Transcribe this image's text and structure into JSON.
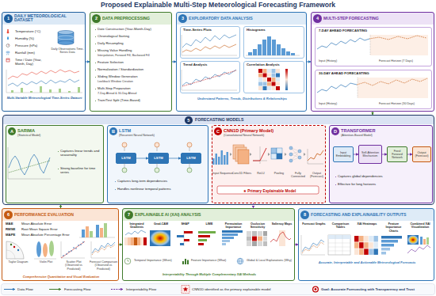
{
  "diagram": {
    "title": "Proposed Explainable Multi-Step Meteorological Forecasting Framework",
    "nodes": [
      {
        "text": [
          "DAILY METEOROLOGICAL DATASET",
          "Temperature (°C)",
          "Humidity (%)",
          "Pressure (hPa)",
          "Rainfall (mm)",
          "Time / Date (Year, Month, Day)",
          "Daily Observations Time-Series Data",
          "Multi-Variable Meteorological Time-Series Dataset"
        ]
      },
      {
        "text": [
          "1"
        ],
        "in": 0
      },
      {
        "text": [
          "DATA PREPROCESSING",
          "Date Construction (Year-Month-Day)",
          "Chronological Sorting",
          "Daily Resampling",
          "Missing Value Handling",
          "Interpolation, Forward Fill, Backward Fill",
          "Feature Selection",
          "Normalization / Standardization",
          "Sliding Window Generation",
          "Lookback Window Creation",
          "Multi-Step Preparation",
          "7-Day Ahead & 30-Day Ahead",
          "Train/Test Split (Time-Based)"
        ]
      },
      {
        "text": [
          "2"
        ],
        "in": 2
      },
      {
        "text": [
          "EXPLORATORY DATA ANALYSIS",
          "Understand Patterns, Trends, Distributions & Relationships"
        ]
      },
      {
        "text": [
          "3"
        ],
        "in": 4
      },
      {
        "text": [
          "Time-Series Plots"
        ],
        "in": 4
      },
      {
        "text": [
          "Histograms"
        ],
        "in": 4
      },
      {
        "text": [
          "Trend Analysis"
        ],
        "in": 4
      },
      {
        "text": [
          "Correlation Analysis"
        ],
        "in": 4
      },
      {
        "text": [
          "MULTI-STEP FORECASTING"
        ]
      },
      {
        "text": [
          "4"
        ],
        "in": 10
      },
      {
        "text": [
          "7-DAY AHEAD FORECASTING",
          "Input (History)",
          "Forecast Horizon (7 Days)"
        ],
        "in": 10
      },
      {
        "text": [
          "30-DAY AHEAD FORECASTING",
          "Input (History)",
          "Forecast Horizon (30 Days)"
        ],
        "in": 10
      },
      {
        "text": [
          "FORECASTING MODELS"
        ]
      },
      {
        "text": [
          "5"
        ],
        "in": 14
      },
      {
        "text": [
          "SARIMA",
          "(Statistical Model)",
          "Captures linear trends and seasonality",
          "Strong baseline for time series"
        ],
        "in": 14
      },
      {
        "text": [
          "A"
        ],
        "in": 16
      },
      {
        "text": [
          "LSTM",
          "(Recurrent Neural Network)",
          "Captures long-term dependencies",
          "Handles nonlinear temporal patterns"
        ],
        "in": 14
      },
      {
        "text": [
          "B"
        ],
        "in": 18
      },
      {
        "text": [
          "LSTM"
        ],
        "in": 18
      },
      {
        "text": [
          "LSTM"
        ],
        "in": 18
      },
      {
        "text": [
          "LSTM"
        ],
        "in": 18
      },
      {
        "text": [
          "CNN1D (Primary Model)",
          "(Convolutional Neural Network)",
          "Input Sequence",
          "Conv1D Filters",
          "ReLU",
          "Pooling",
          "Fully Connected",
          "Output (Forecast)",
          "★ Primary Explainable Model"
        ],
        "in": 14
      },
      {
        "text": [
          "C"
        ],
        "in": 23
      },
      {
        "text": [
          "TRANSFORMER",
          "(Attention-Based Model)",
          "Captures global dependencies",
          "Effective for long horizons"
        ],
        "in": 14
      },
      {
        "text": [
          "D"
        ],
        "in": 25
      },
      {
        "text": [
          "Input Embedding"
        ],
        "in": 25
      },
      {
        "text": [
          "Self-Attention Mechanism"
        ],
        "in": 25
      },
      {
        "text": [
          "Feed Forward Network"
        ],
        "in": 25
      },
      {
        "text": [
          "Output (Forecast)"
        ],
        "in": 25
      },
      {
        "text": [
          "PERFORMANCE EVALUATION",
          "MAE",
          "Mean Absolute Error",
          "RMSE",
          "Root Mean Square Error",
          "MAPE",
          "Mean Absolute Percentage Error",
          "Taylor Diagram",
          "Violin Plot",
          "Scatter Plot (Observed vs Predicted)",
          "Forecast Comparison (Observed vs Predicted)",
          "Comprehensive Quantitative and Visual Evaluation"
        ]
      },
      {
        "text": [
          "6"
        ],
        "in": 31
      },
      {
        "text": [
          "EXPLAINABLE AI (XAI) ANALYSIS",
          "Integrated Gradients",
          "Grad-CAM",
          "SHAP",
          "LIME",
          "Permutation Importance",
          "Occlusion Sensitivity",
          "Saliency Maps",
          "Temporal Importance (When)",
          "Feature Importance (What)",
          "Global & Local Explanations (Why)",
          "Interpretability Through Multiple Complementary XAI Methods"
        ]
      },
      {
        "text": [
          "7"
        ],
        "in": 33
      },
      {
        "text": [
          "FORECASTING AND EXPLAINABILITY OUTPUTS",
          "Forecast Graphs",
          "Comparison Tables",
          "XAI Heatmaps",
          "Feature Importance Charts",
          "Combined XAI Visualization",
          "Accurate, Interpretable and Actionable Meteorological Forecasts"
        ]
      },
      {
        "text": [
          "8"
        ],
        "in": 35
      }
    ],
    "edges": [
      {
        "from": 0,
        "to": 2,
        "arrow": "to"
      },
      {
        "from": 2,
        "to": 4,
        "arrow": "to"
      },
      {
        "from": 4,
        "to": 10,
        "arrow": "to"
      },
      {
        "from": 10,
        "to": 14,
        "arrow": "to"
      },
      {
        "from": 14,
        "to": 31,
        "arrow": "to"
      },
      {
        "from": 31,
        "to": 33,
        "arrow": "to"
      },
      {
        "from": 33,
        "to": 35,
        "arrow": "to"
      },
      {
        "from": 23,
        "to": 33,
        "arrow": "to"
      },
      {
        "from": 20,
        "to": 21,
        "arrow": "to"
      },
      {
        "from": 21,
        "to": 22,
        "arrow": "to"
      },
      {
        "from": 27,
        "to": 28,
        "arrow": "to"
      },
      {
        "from": 28,
        "to": 29,
        "arrow": "to"
      },
      {
        "from": 29,
        "to": 30,
        "arrow": "to"
      }
    ],
    "labels": [
      "Goal: Accurate Forecasting with Transparency and Trust"
    ],
    "legend": [
      {
        "text": "Data Flow"
      },
      {
        "text": "Forecasting Flow"
      },
      {
        "text": "Interpretability Flow"
      },
      {
        "text": "CNN1D identified as the primary explainable model"
      }
    ]
  }
}
